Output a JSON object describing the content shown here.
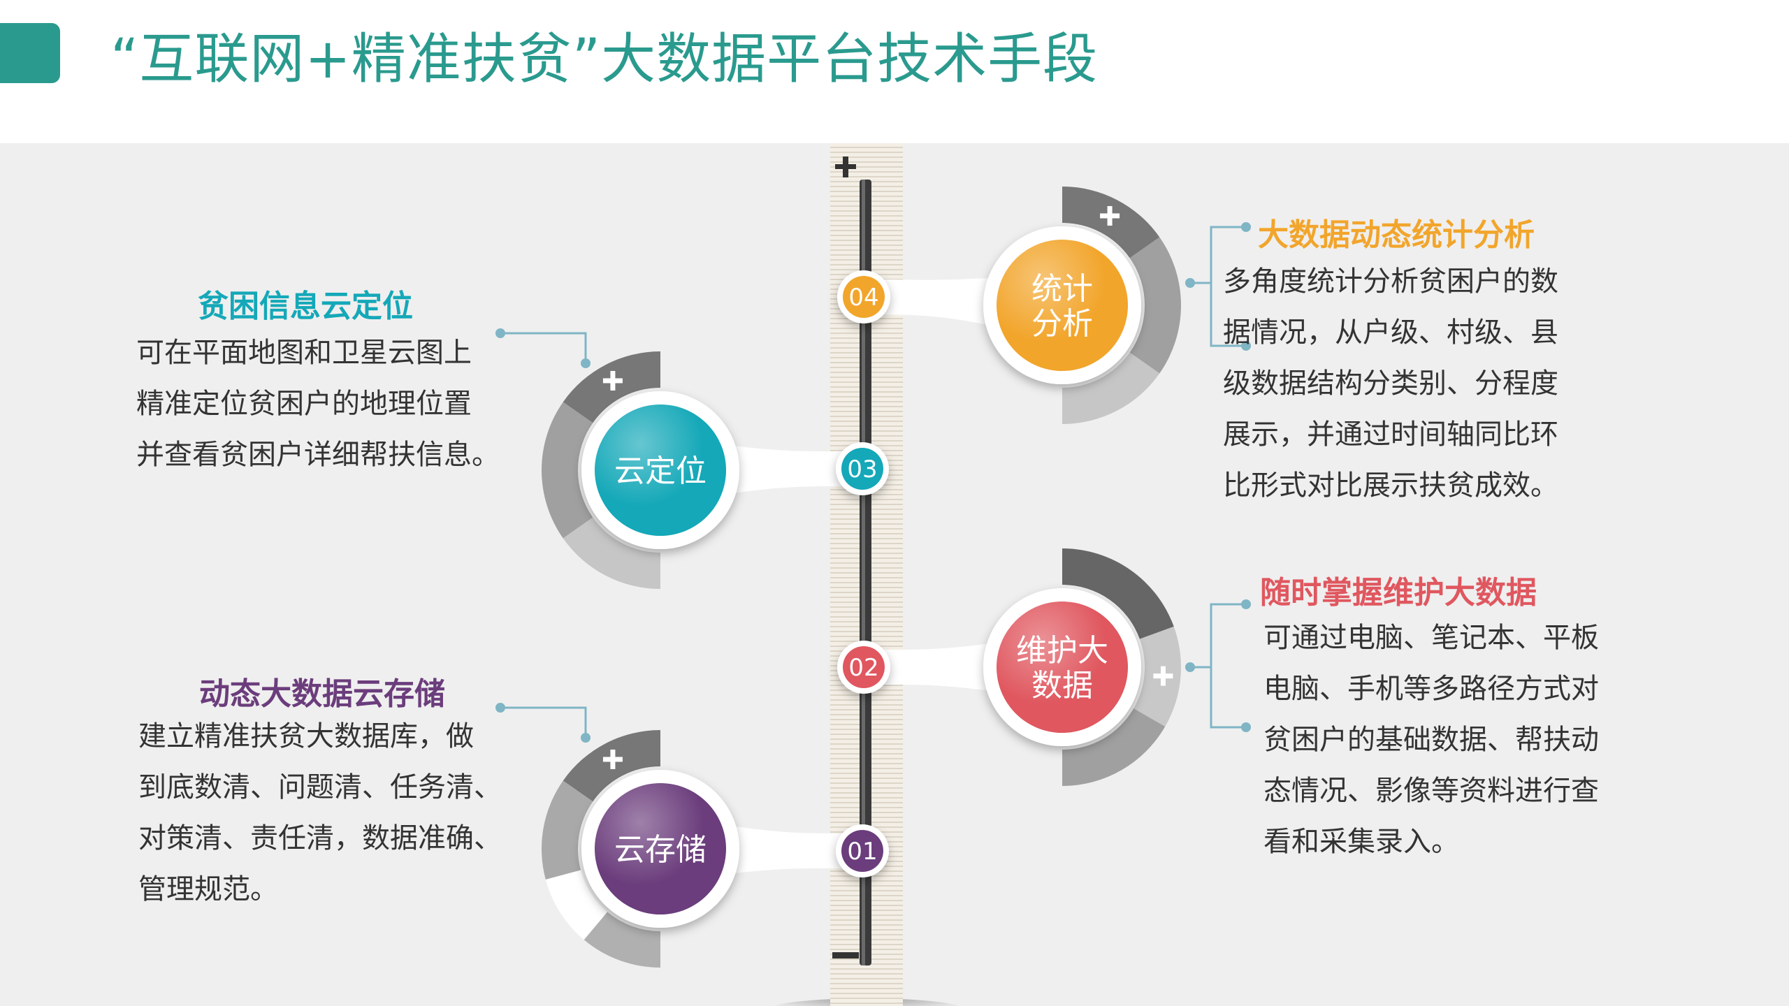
{
  "page": {
    "title": "“互联网+精准扶贫”大数据平台技术手段"
  },
  "colors": {
    "teal": "#2a9a8e",
    "cyan": "#14a8b8",
    "orange": "#f2a52b",
    "red": "#e0575f",
    "purple": "#6b3d7c",
    "background": "#efefef"
  },
  "timeline": {
    "top_symbol": "+",
    "bottom_symbol": "−"
  },
  "nodes": [
    {
      "id": "04",
      "number": "04",
      "circle_label_lines": [
        "统计",
        "分析"
      ],
      "color": "#f2a52b",
      "side": "right",
      "title": "大数据动态统计分析",
      "title_color": "#f2a52b",
      "body": "多角度统计分析贫困户的数\n据情况，从户级、村级、县\n级数据结构分类别、分程度\n展示，并通过时间轴同比环\n比形式对比展示扶贫成效。"
    },
    {
      "id": "03",
      "number": "03",
      "circle_label_lines": [
        "云定位"
      ],
      "color": "#14a8b8",
      "side": "left",
      "title": "贫困信息云定位",
      "title_color": "#14a8b8",
      "body": "可在平面地图和卫星云图上\n精准定位贫困户的地理位置\n并查看贫困户详细帮扶信息。"
    },
    {
      "id": "02",
      "number": "02",
      "circle_label_lines": [
        "维护大",
        "数据"
      ],
      "color": "#e0575f",
      "side": "right",
      "title": "随时掌握维护大数据",
      "title_color": "#e0575f",
      "body": "可通过电脑、笔记本、平板\n电脑、手机等多路径方式对\n贫困户的基础数据、帮扶动\n态情况、影像等资料进行查\n看和采集录入。"
    },
    {
      "id": "01",
      "number": "01",
      "circle_label_lines": [
        "云存储"
      ],
      "color": "#6b3d7c",
      "side": "left",
      "title": "动态大数据云存储",
      "title_color": "#6b3d7c",
      "body": "建立精准扶贫大数据库，做\n到底数清、问题清、任务清、\n对策清、责任清，数据准确、\n管理规范。"
    }
  ],
  "icons": {
    "plus": "plus-icon",
    "minus": "minus-icon"
  }
}
